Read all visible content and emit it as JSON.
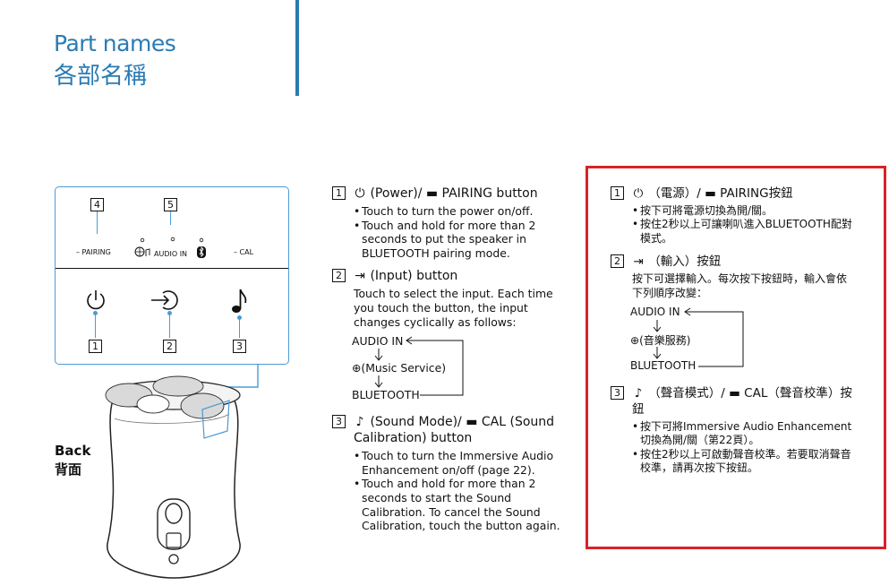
{
  "header": {
    "title_en": "Part names",
    "title_zh": "各部名稱"
  },
  "panel": {
    "callouts": [
      "4",
      "5",
      "1",
      "2",
      "3"
    ],
    "labels": {
      "pairing": "– PAIRING",
      "audio_in": "AUDIO IN",
      "cal": "– CAL"
    }
  },
  "back_label": {
    "en": "Back",
    "zh": "背面"
  },
  "english": {
    "items": [
      {
        "num": "1",
        "heading": "(Power)/ ▬ PAIRING button",
        "bullets": [
          "Touch to turn the power on/off.",
          "Touch and hold for more than 2 seconds to put the speaker in BLUETOOTH pairing mode."
        ]
      },
      {
        "num": "2",
        "heading": "(Input) button",
        "text": "Touch to select the input. Each time you touch the button, the input changes cyclically as follows:",
        "flow": [
          "AUDIO IN",
          "(Music Service)",
          "BLUETOOTH"
        ]
      },
      {
        "num": "3",
        "heading": "(Sound Mode)/ ▬ CAL (Sound Calibration) button",
        "bullets": [
          "Touch to turn the Immersive Audio Enhancement on/off (page 22).",
          "Touch and hold for more than 2 seconds to start the Sound Calibration. To cancel the Sound Calibration, touch the button again."
        ]
      }
    ]
  },
  "chinese": {
    "items": [
      {
        "num": "1",
        "heading": "（電源）/ ▬ PAIRING按鈕",
        "bullets": [
          "按下可將電源切換為開/關。",
          "按住2秒以上可讓喇叭進入BLUETOOTH配對模式。"
        ]
      },
      {
        "num": "2",
        "heading": "（輸入）按鈕",
        "text": "按下可選擇輸入。每次按下按鈕時，輸入會依下列順序改變：",
        "flow": [
          "AUDIO IN",
          "(音樂服務)",
          "BLUETOOTH"
        ]
      },
      {
        "num": "3",
        "heading": "（聲音模式）/ ▬ CAL（聲音校準）按鈕",
        "bullets": [
          "按下可將Immersive Audio Enhancement切換為開/關（第22頁）。",
          "按住2秒以上可啟動聲音校準。若要取消聲音校準，請再次按下按鈕。"
        ]
      }
    ]
  },
  "colors": {
    "accent": "#2a7bb4",
    "highlight": "#d8222a"
  }
}
